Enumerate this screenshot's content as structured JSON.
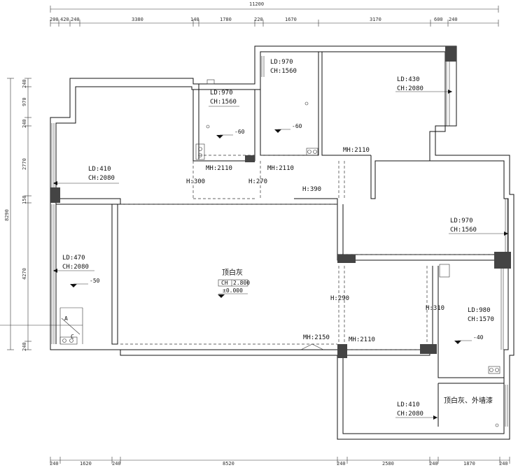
{
  "dimensions": {
    "top_total": "11200",
    "top_segments": [
      "200",
      "420",
      "240",
      "3380",
      "140",
      "1780",
      "220",
      "1670",
      "3170",
      "600",
      "240"
    ],
    "left_segments": [
      "240",
      "970",
      "240",
      "2770",
      "150",
      "4270",
      "240"
    ],
    "left_total": "8290",
    "bottom_segments": [
      "240",
      "1620",
      "240",
      "8520",
      "240",
      "2580",
      "240",
      "1870",
      "240"
    ]
  },
  "rooms": [
    {
      "id": "bedroom-top-left",
      "ld": "LD:410",
      "ch": "CH:2080"
    },
    {
      "id": "bath-1",
      "ld": "LD:970",
      "ch": "CH:1560",
      "level": "-60"
    },
    {
      "id": "bath-2",
      "ld": "LD:970",
      "ch": "CH:1560",
      "level": "-60"
    },
    {
      "id": "room-top-right",
      "ld": "LD:430",
      "ch": "CH:2080"
    },
    {
      "id": "balcony-left",
      "ld": "LD:470",
      "ch": "CH:2080",
      "level": "-50"
    },
    {
      "id": "room-right-mid",
      "ld": "LD:970",
      "ch": "CH:1560"
    },
    {
      "id": "bath-right",
      "ld": "LD:980",
      "ch": "CH:1570",
      "level": "-40"
    },
    {
      "id": "room-bottom-right",
      "ld": "LD:410",
      "ch": "CH:2080"
    }
  ],
  "openings": {
    "mh_2110_a": "MH:2110",
    "mh_2110_b": "MH:2110",
    "mh_2110_c": "MH:2110",
    "mh_2110_d": "MH:2110",
    "mh_2150": "MH:2150",
    "h_300": "H:300",
    "h_270": "H:270",
    "h_390": "H:390",
    "h_290": "H:290",
    "h_310": "H:310"
  },
  "living": {
    "ceiling_label": "顶白灰",
    "ch_label": "CH",
    "ch_value": "2.800",
    "floor_level": "±0.000"
  },
  "balcony_note": "顶白灰、外墙漆",
  "markers": {
    "a": "A",
    "c": "C"
  }
}
